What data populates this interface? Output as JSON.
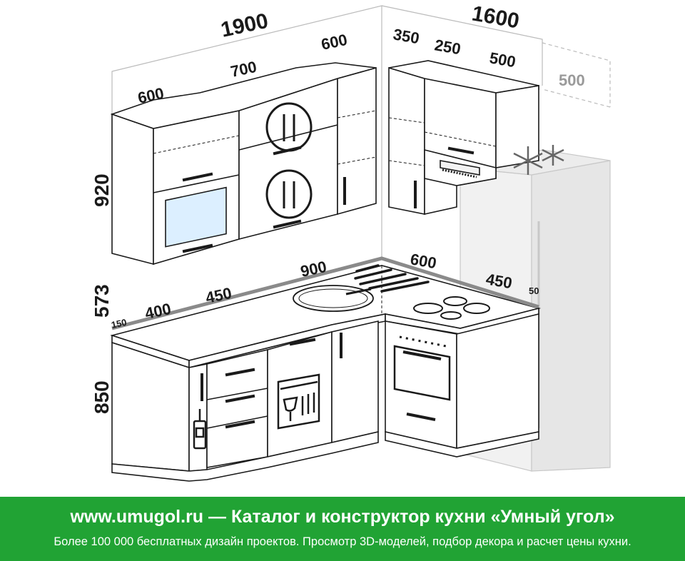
{
  "dimensions": {
    "top_left_total": "1900",
    "top_right_total": "1600",
    "upper_left_600": "600",
    "upper_700": "700",
    "upper_corner_600": "600",
    "upper_350": "350",
    "upper_250": "250",
    "upper_500": "500",
    "fridge_500": "500",
    "height_upper": "920",
    "height_gap": "573",
    "height_base": "850",
    "base_150": "150",
    "base_400": "400",
    "base_450": "450",
    "counter_900": "900",
    "counter_600": "600",
    "counter_450": "450",
    "side_50": "50"
  },
  "banner": {
    "url": "www.umugol.ru",
    "dash": " — ",
    "title": "Каталог и конструктор кухни «Умный угол»",
    "subtitle": "Более 100 000 бесплатных дизайн проектов. Просмотр 3D-моделей, подбор декора и расчет цены кухни."
  },
  "colors": {
    "banner_bg": "#21a334",
    "line": "#1a1a1a",
    "ghost": "#9a9a9a",
    "countertop_edge": "#8a8a8a"
  }
}
